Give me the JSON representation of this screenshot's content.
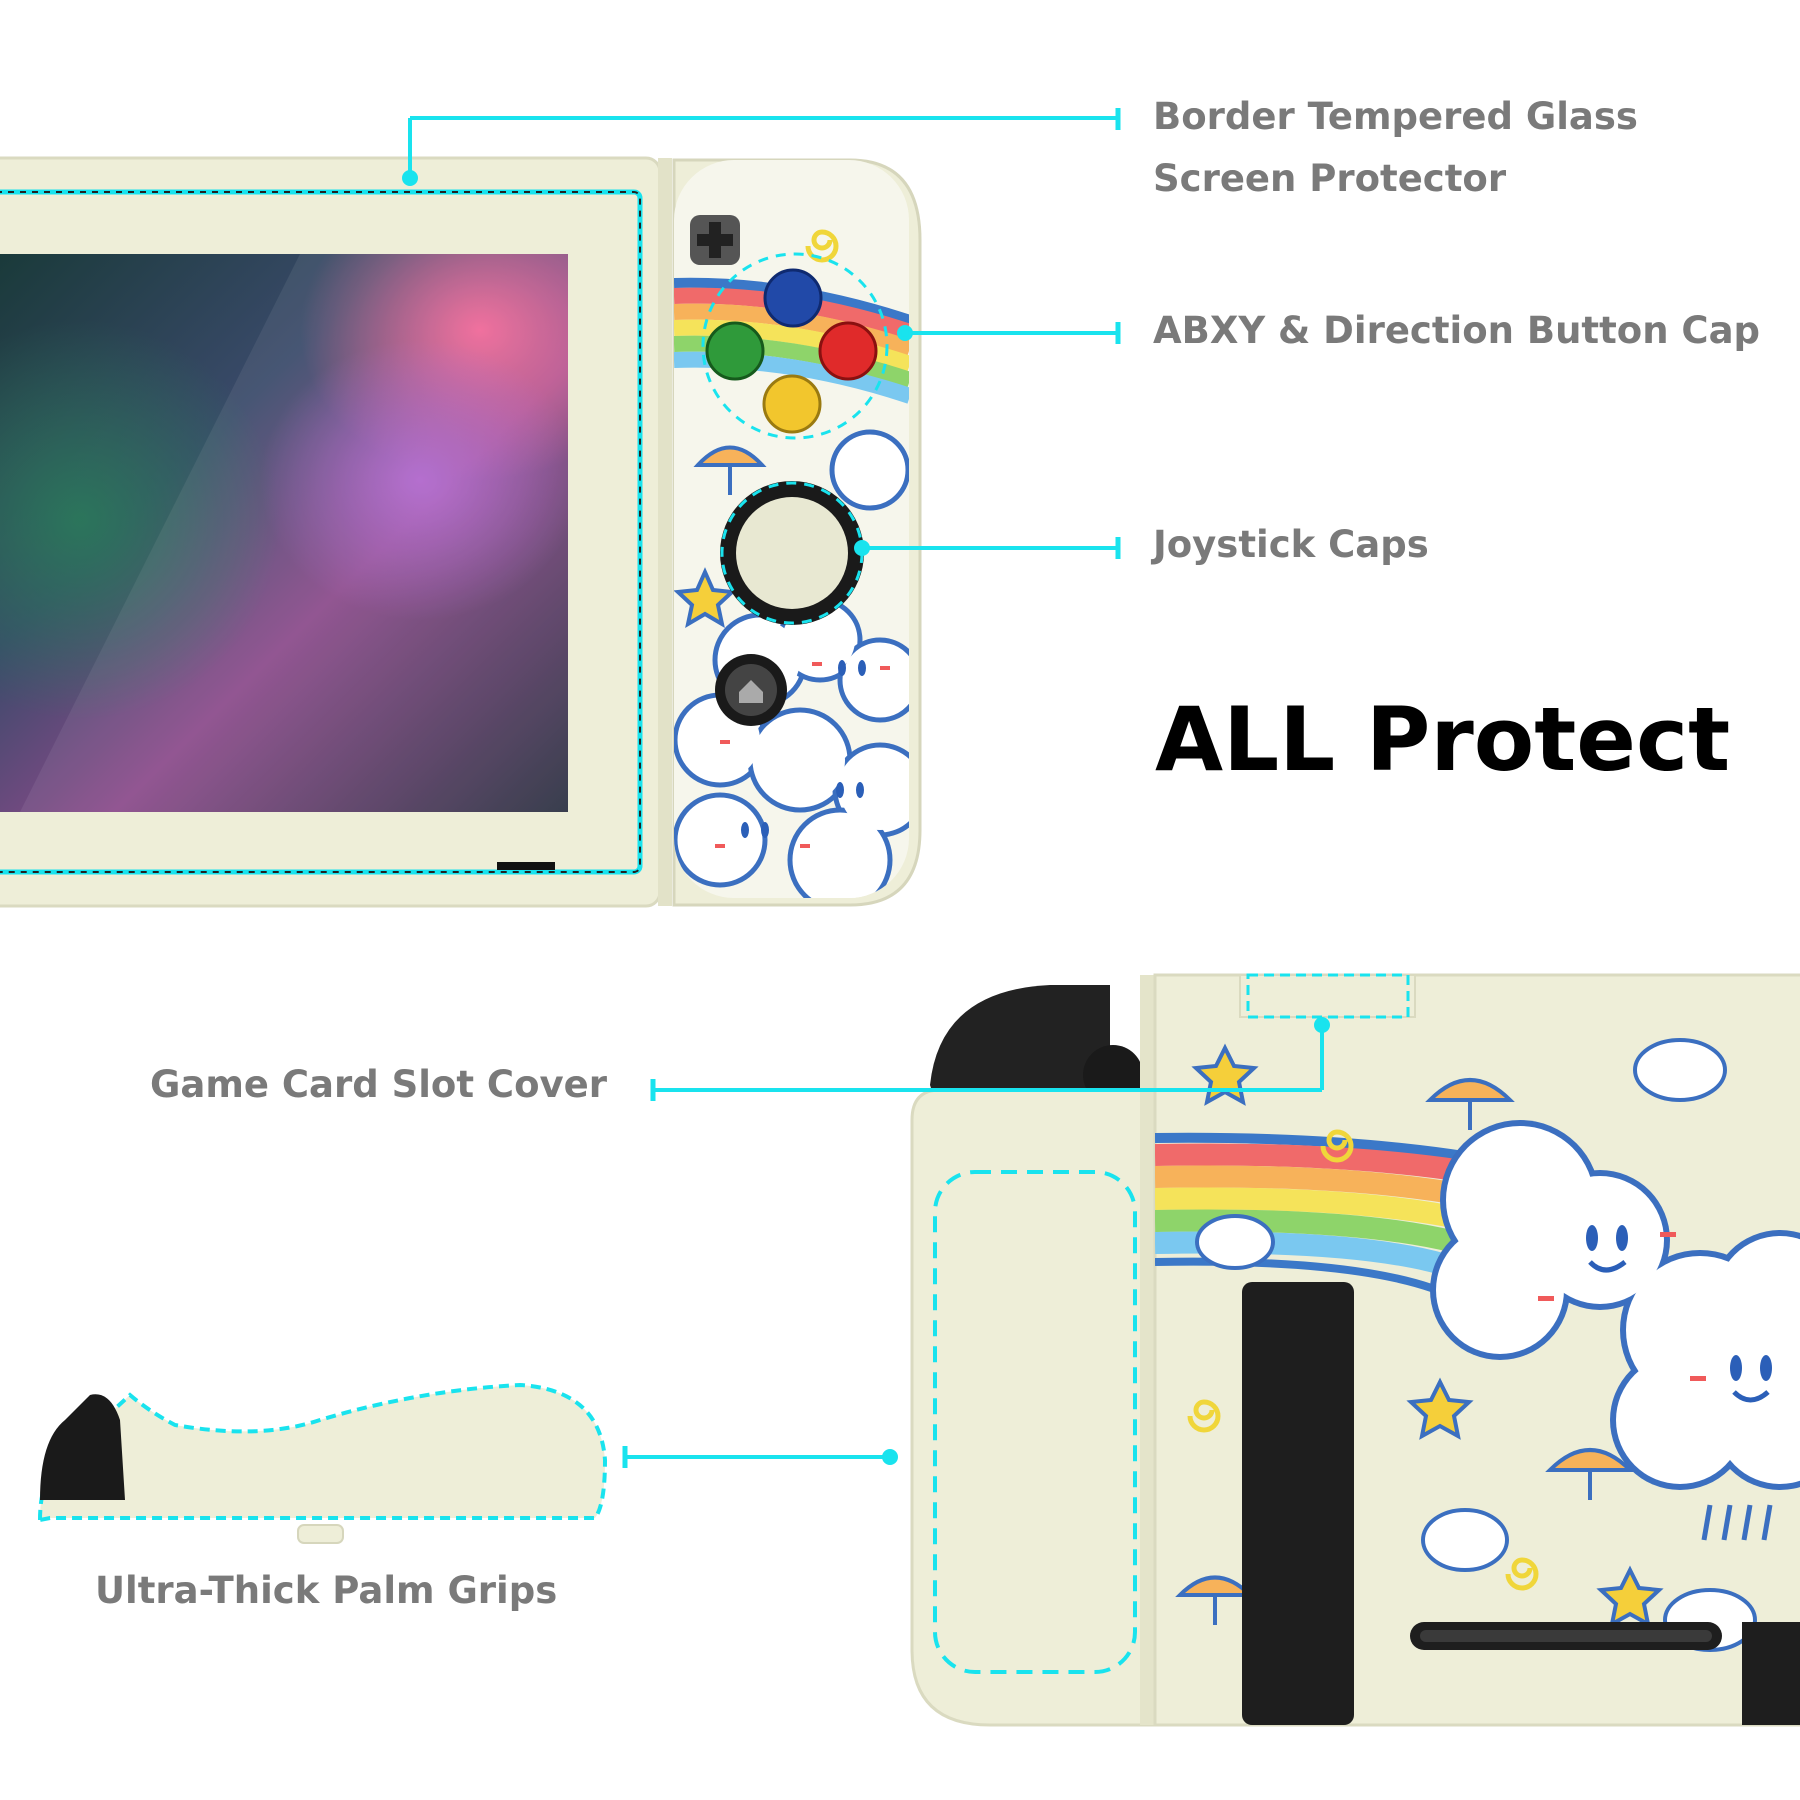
{
  "labels": {
    "screen_protector": "Border Tempered Glass Screen Protector",
    "button_caps": "ABXY & Direction Button Cap",
    "joystick_caps": "Joystick Caps",
    "card_slot": "Game Card Slot Cover",
    "palm_grips": "Ultra-Thick Palm Grips"
  },
  "headline": "ALL Protect",
  "colors": {
    "accent_line": "#19e3ee",
    "label_text": "#7a7a7a",
    "headline_text": "#000000",
    "shell": "#eeeed8",
    "shell_shadow": "#dcdcc2",
    "button_x": "#2149a8",
    "button_a": "#e02a2a",
    "button_y": "#2f9a3a",
    "button_b": "#f2c62d"
  },
  "icons": [
    "dpad-icon",
    "home-icon",
    "star-icon",
    "umbrella-icon",
    "cloud-icon",
    "rainbow-graphic",
    "swirl-icon"
  ]
}
